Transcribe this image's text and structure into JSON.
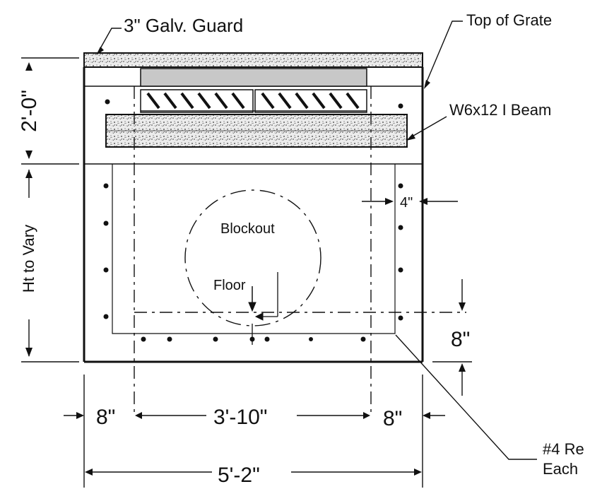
{
  "labels": {
    "guard": "3\" Galv. Guard",
    "top_of_grate": "Top of Grate",
    "beam": "W6x12 I Beam",
    "height_upper": "2'-0\"",
    "height_lower": "Ht to Vary",
    "blockout": "Blockout",
    "floor": "Floor",
    "dim_4in": "4\"",
    "dim_8in_right": "8\"",
    "dim_8in_left": "8\"",
    "dim_3_10": "3'-10\"",
    "dim_8in_bottom": "8\"",
    "dim_5_2": "5'-2\"",
    "rebar_line1": "#4 Re",
    "rebar_line2": "Each"
  },
  "colors": {
    "line": "#111111",
    "grate_fill": "#c8c8c8",
    "concrete_fill": "#e6e6e6"
  }
}
